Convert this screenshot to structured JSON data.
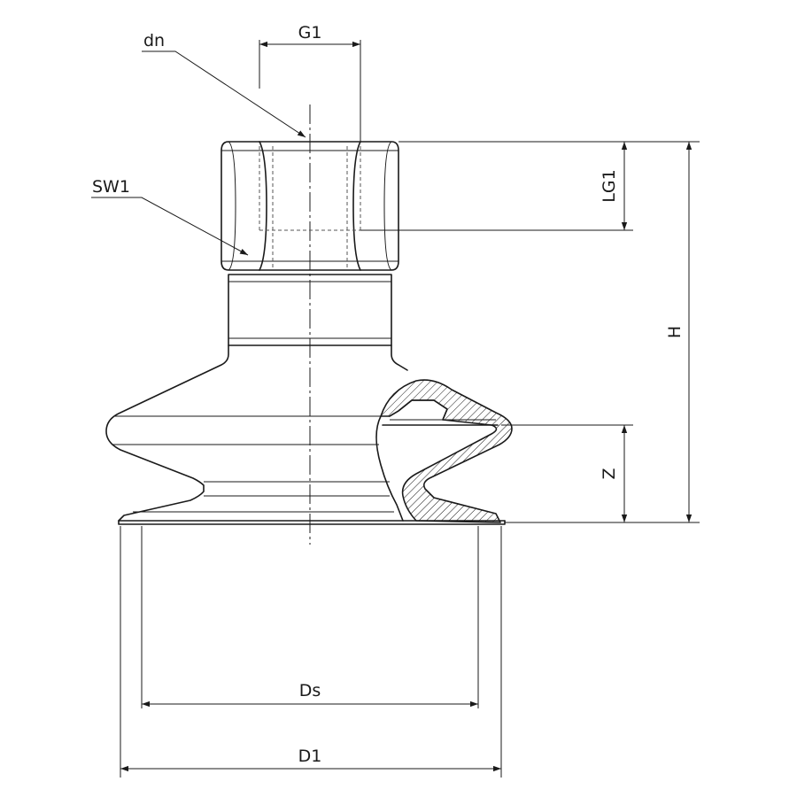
{
  "labels": {
    "dn": "dn",
    "g1": "G1",
    "sw1": "SW1",
    "lg1": "LG1",
    "h": "H",
    "z": "Z",
    "ds": "Ds",
    "d1": "D1"
  }
}
